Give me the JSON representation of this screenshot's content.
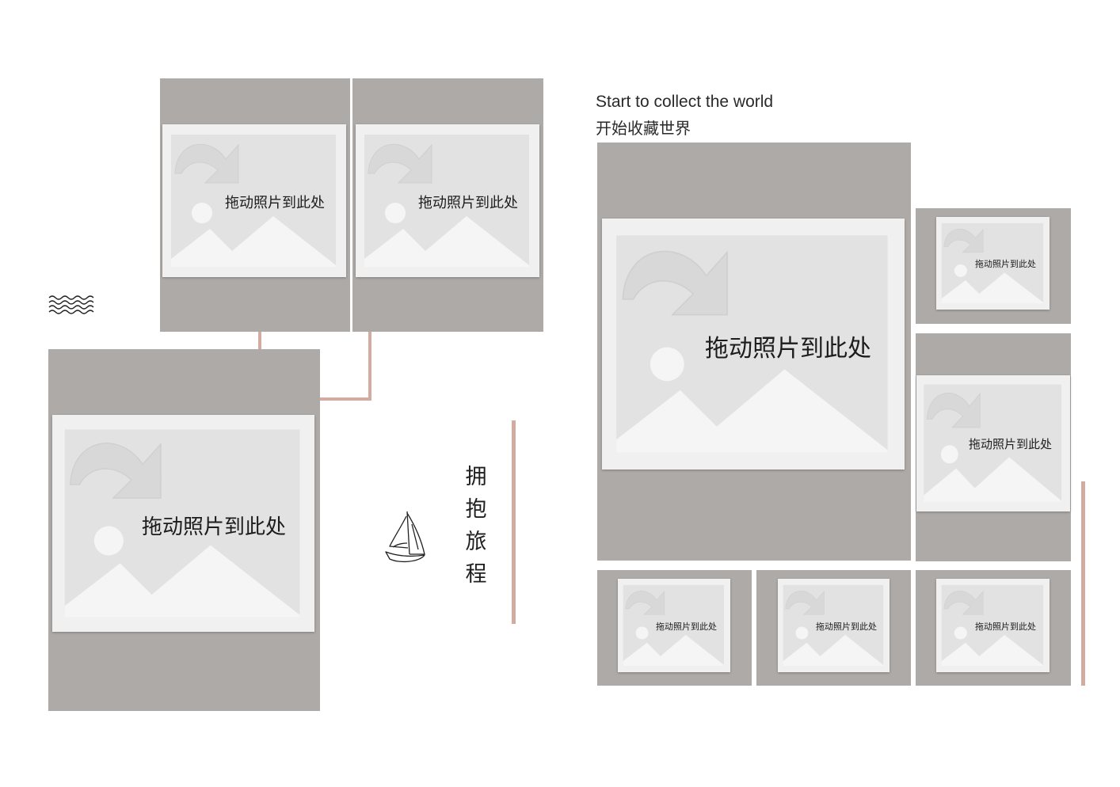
{
  "heading": {
    "english": "Start to collect the world",
    "chinese": "开始收藏世界"
  },
  "vertical_phrase": [
    "拥",
    "抱",
    "旅",
    "程"
  ],
  "placeholder_text": "拖动照片到此处",
  "colors": {
    "frame": "#aeaaa8",
    "accent_line": "#d2aba1",
    "placeholder_bg": "#f0f0f0",
    "placeholder_inner": "#e3e2e2"
  },
  "decorations": {
    "waves": "waves-icon",
    "boat": "sailboat-icon",
    "placeholder": "drag-photo-icon"
  }
}
